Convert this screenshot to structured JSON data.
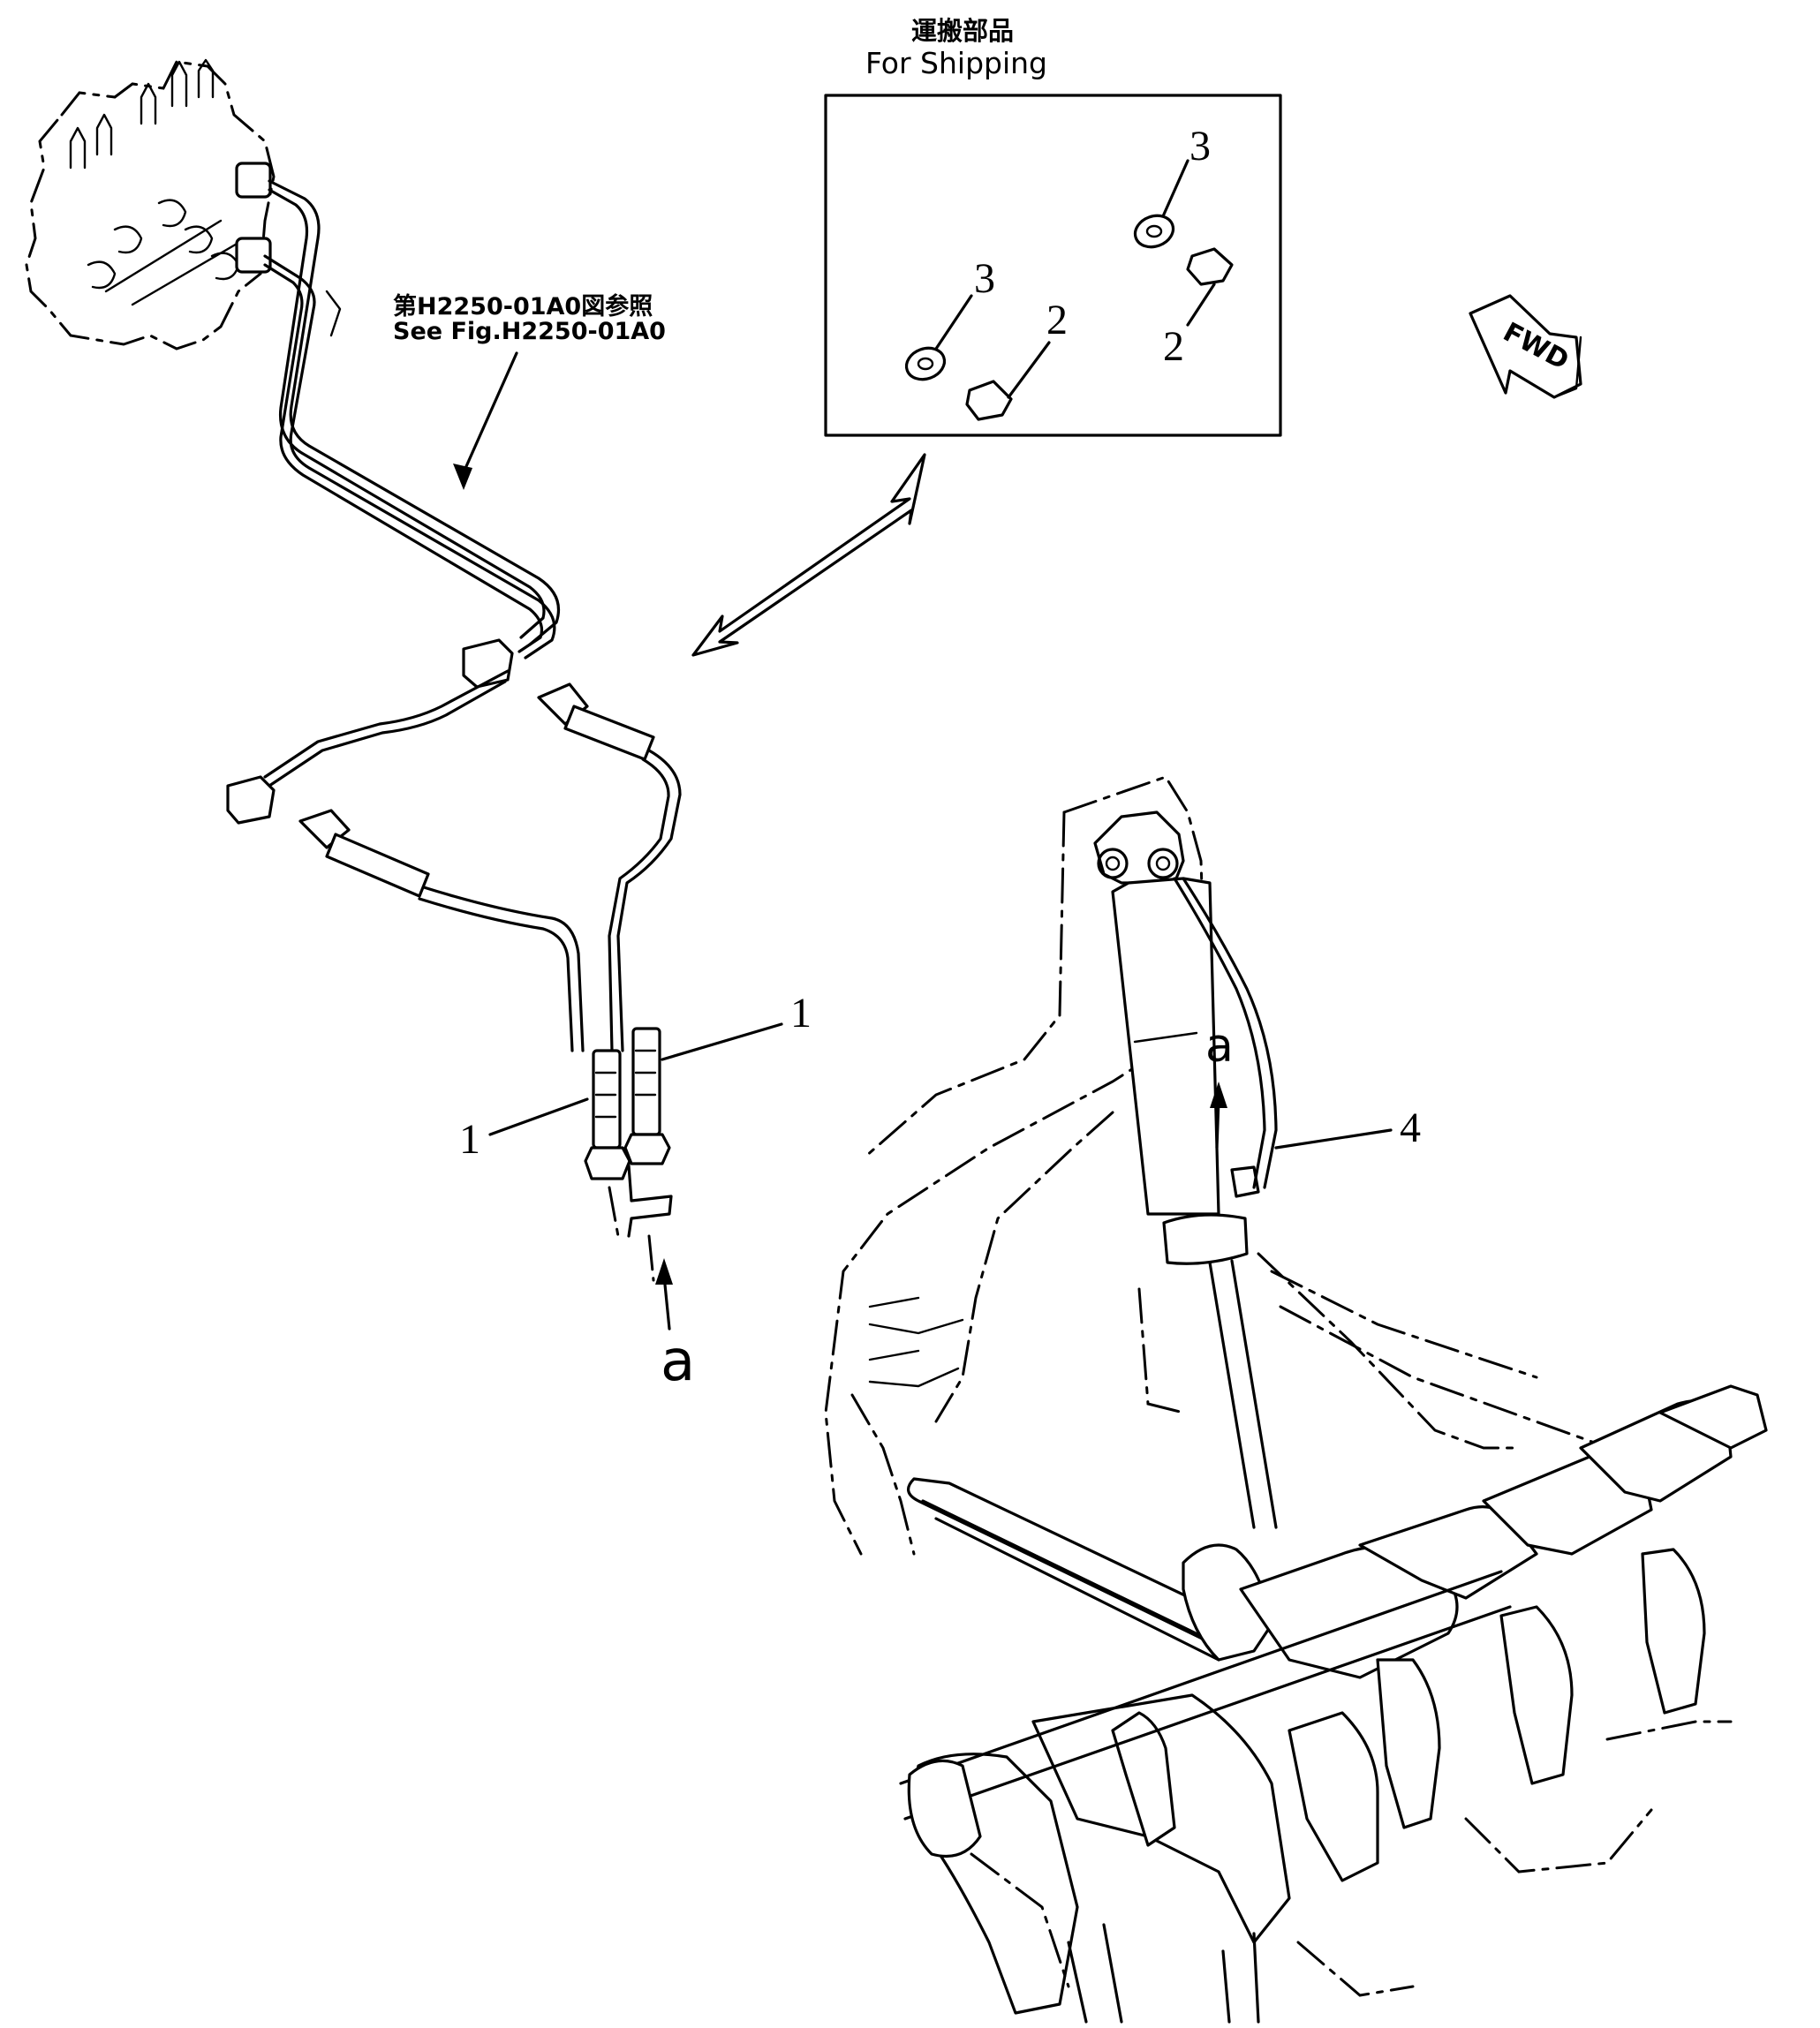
{
  "shipping": {
    "title_jp": "運搬部品",
    "title_en": "For Shipping",
    "callouts": [
      "3",
      "3",
      "2",
      "2"
    ]
  },
  "reference": {
    "jp": "第H2250-01A0図参照",
    "en": "See Fig.H2250-01A0"
  },
  "fwd_label": "FWD",
  "callouts": {
    "part1_upper": "1",
    "part1_lower": "1",
    "part4": "4"
  },
  "section_letters": {
    "left": "a",
    "right": "a"
  }
}
